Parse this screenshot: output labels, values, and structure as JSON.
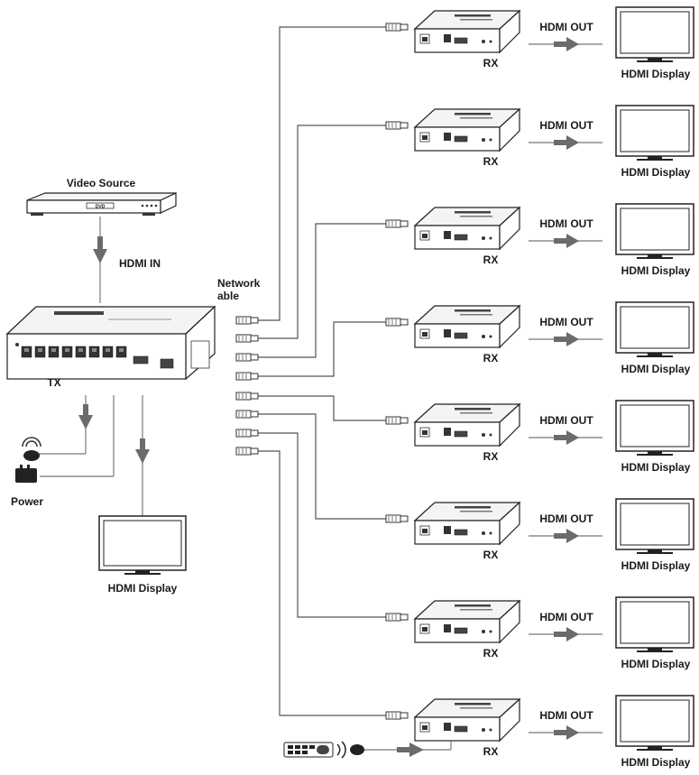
{
  "labels": {
    "video_source": "Video Source",
    "dvd_label": "DVD",
    "hdmi_in": "HDMI IN",
    "network_cable": "Network\nable",
    "tx": "TX",
    "power": "Power",
    "hdmi_display_local": "HDMI Display",
    "rx": "RX",
    "hdmi_out": "HDMI OUT",
    "hdmi_display": "HDMI Display"
  },
  "receiver_count": 8,
  "colors": {
    "line": "#555555",
    "arrow": "#6b6b6b",
    "outline": "#222222"
  }
}
